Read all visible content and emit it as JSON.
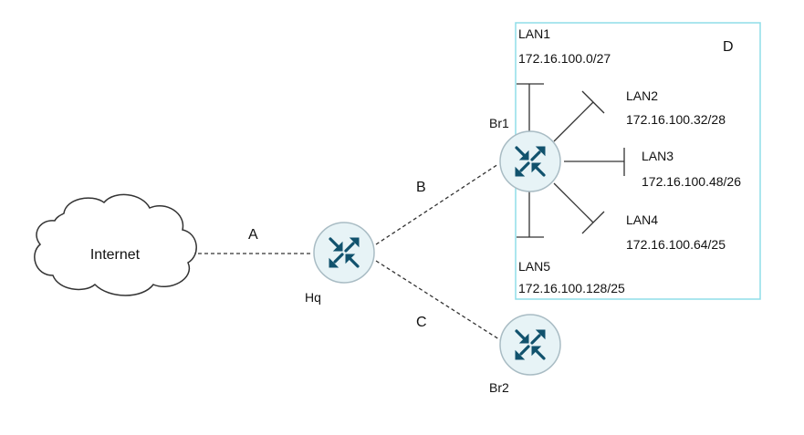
{
  "colors": {
    "router_fill": "#e7f3f6",
    "router_stroke": "#a9bcc4",
    "router_arrow": "#11526d",
    "link_line": "#333333",
    "zone_border": "#8fdde8",
    "text": "#111111"
  },
  "cloud": {
    "label": "Internet",
    "icon": "cloud-icon"
  },
  "routers": {
    "hq": {
      "label": "Hq",
      "icon": "router-icon"
    },
    "br1": {
      "label": "Br1",
      "icon": "router-icon"
    },
    "br2": {
      "label": "Br2",
      "icon": "router-icon"
    }
  },
  "links": {
    "a": {
      "label": "A"
    },
    "b": {
      "label": "B"
    },
    "c": {
      "label": "C"
    }
  },
  "zone": {
    "label": "D"
  },
  "lans": [
    {
      "name": "LAN1",
      "subnet": "172.16.100.0/27"
    },
    {
      "name": "LAN2",
      "subnet": "172.16.100.32/28"
    },
    {
      "name": "LAN3",
      "subnet": "172.16.100.48/26"
    },
    {
      "name": "LAN4",
      "subnet": "172.16.100.64/25"
    },
    {
      "name": "LAN5",
      "subnet": "172.16.100.128/25"
    }
  ]
}
